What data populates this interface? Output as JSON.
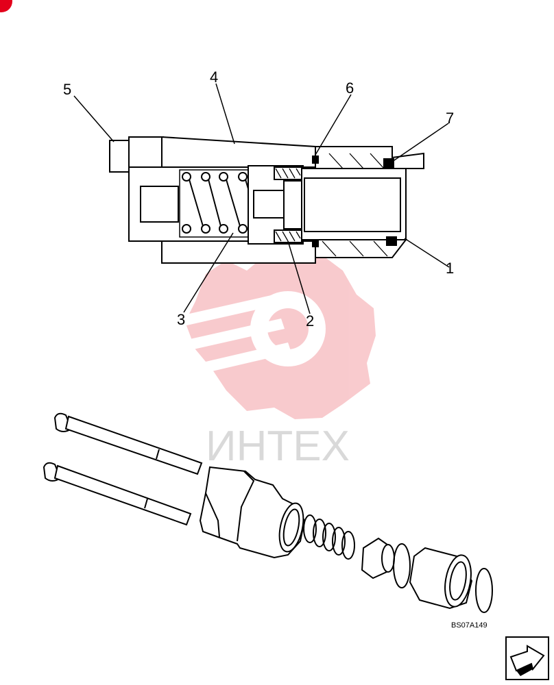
{
  "diagram": {
    "callouts": [
      "1",
      "2",
      "3",
      "4",
      "5",
      "6",
      "7"
    ],
    "drawing_code": "BS07A149"
  },
  "watermark": {
    "text": "ИНТЕХ"
  },
  "colors": {
    "watermark_red": "#f4a0a6",
    "watermark_gray": "#d9d9d9",
    "corner_badge": "#e3001b",
    "line": "#000000"
  },
  "nav": {
    "icon": "arrow-next-icon"
  }
}
